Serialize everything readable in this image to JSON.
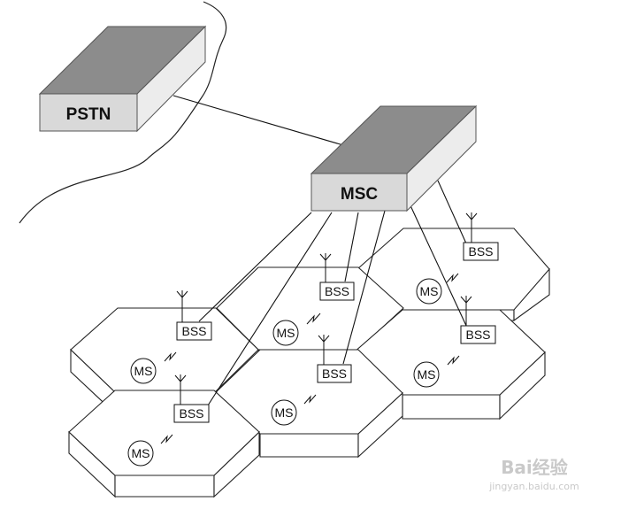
{
  "pstn": {
    "label": "PSTN"
  },
  "msc": {
    "label": "MSC"
  },
  "bss_label": "BSS",
  "ms_label": "MS",
  "watermark": {
    "brand": "Bai经验",
    "url": "jingyan.baidu.com"
  },
  "colors": {
    "box_top": "#8c8c8c",
    "box_front": "#d9d9d9",
    "box_side": "#ececec",
    "line": "#111111"
  }
}
